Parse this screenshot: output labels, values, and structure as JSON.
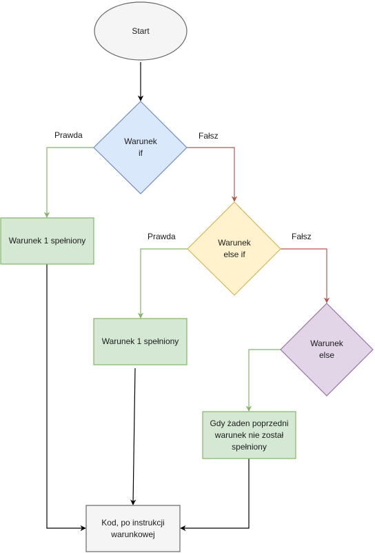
{
  "nodes": {
    "start": {
      "label": "Start",
      "fill": "#f5f5f5",
      "stroke": "#666666"
    },
    "if": {
      "label": "Warunek\nif",
      "fill": "#dae8fc",
      "stroke": "#6c8ebf"
    },
    "if_true": {
      "label": "Warunek 1 spełniony",
      "fill": "#d5e8d4",
      "stroke": "#82b366"
    },
    "elseif": {
      "label": "Warunek\nelse if",
      "fill": "#fff2cc",
      "stroke": "#d6b656"
    },
    "elseif_true": {
      "label": "Warunek 1 spełniony",
      "fill": "#d5e8d4",
      "stroke": "#82b366"
    },
    "else": {
      "label": "Warunek\nelse",
      "fill": "#e1d5e7",
      "stroke": "#9673a6"
    },
    "else_true": {
      "label": "Gdy żaden poprzedni\nwarunek nie został\nspełniony",
      "fill": "#d5e8d4",
      "stroke": "#82b366"
    },
    "end": {
      "label": "Kod, po instrukcji\nwarunkowej",
      "fill": "#f5f5f5",
      "stroke": "#666666"
    }
  },
  "edge_labels": {
    "if_true": "Prawda",
    "if_false": "Fałsz",
    "elseif_true": "Prawda",
    "elseif_false": "Fałsz"
  },
  "colors": {
    "edge_default": "#000000",
    "edge_true": "#82b366",
    "edge_false": "#b85450"
  }
}
